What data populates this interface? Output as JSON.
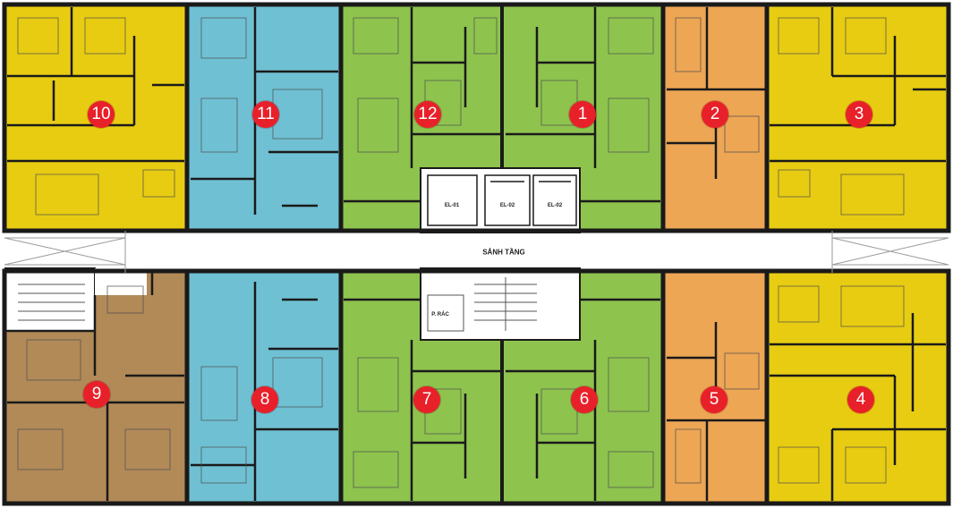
{
  "colors": {
    "yellow": "#e8cc12",
    "blue": "#6fc0d3",
    "green": "#8ec34e",
    "orange": "#eda654",
    "brown": "#b28a58",
    "wall": "#1a1a1a",
    "marker": "#e8202a"
  },
  "lobby_label": "SẢNH TẦNG",
  "trash_room_label": "P. RÁC",
  "elevators": [
    "EL-01",
    "EL-02",
    "EL-02"
  ],
  "apartments": [
    {
      "number": "1",
      "color": "green"
    },
    {
      "number": "2",
      "color": "orange"
    },
    {
      "number": "3",
      "color": "yellow"
    },
    {
      "number": "4",
      "color": "yellow"
    },
    {
      "number": "5",
      "color": "orange"
    },
    {
      "number": "6",
      "color": "green"
    },
    {
      "number": "7",
      "color": "green"
    },
    {
      "number": "8",
      "color": "blue"
    },
    {
      "number": "9",
      "color": "brown"
    },
    {
      "number": "10",
      "color": "yellow"
    },
    {
      "number": "11",
      "color": "blue"
    },
    {
      "number": "12",
      "color": "green"
    }
  ]
}
